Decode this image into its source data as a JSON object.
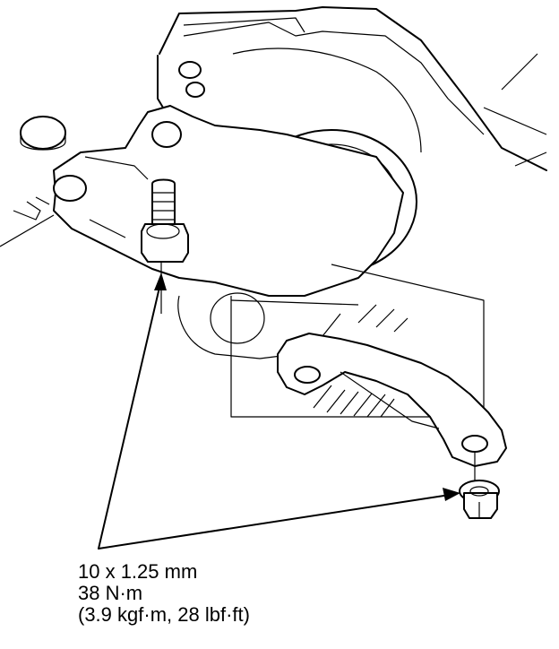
{
  "torque_spec": {
    "size": "10 x 1.25 mm",
    "torque_nm": "38 N·m",
    "torque_alt": "(3.9 kgf·m, 28 lbf·ft)"
  },
  "colors": {
    "line": "#000000",
    "background": "#ffffff"
  }
}
